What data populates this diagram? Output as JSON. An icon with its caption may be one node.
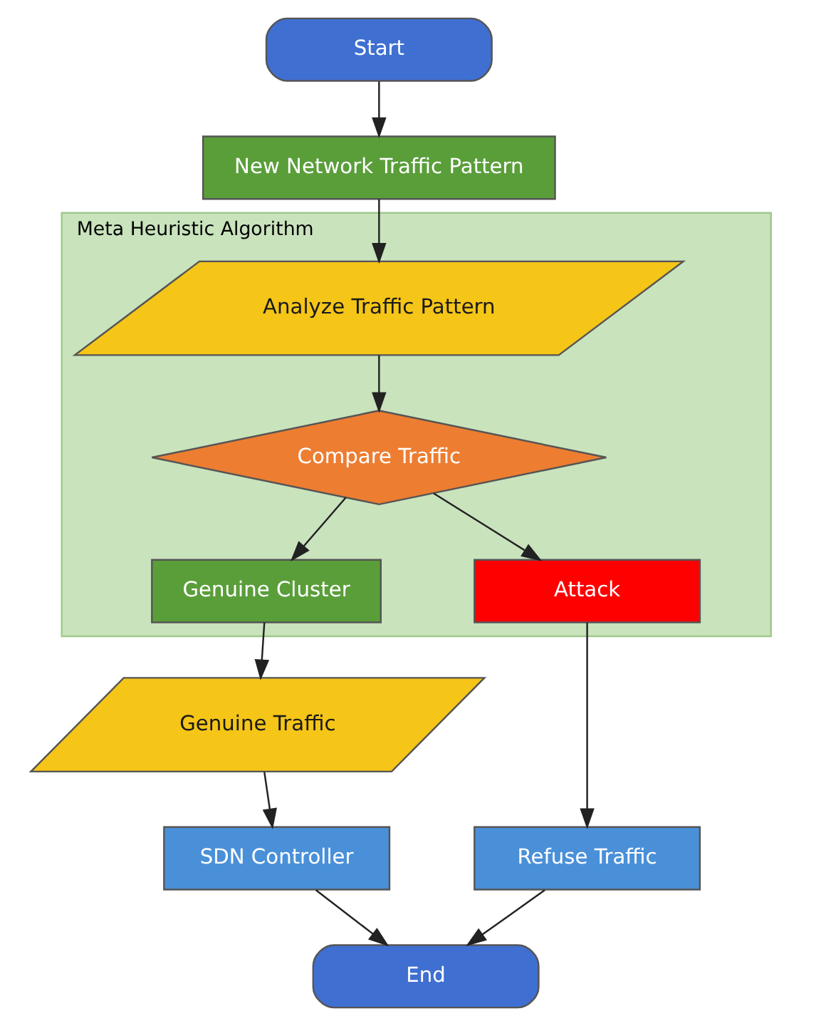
{
  "diagram": {
    "nodes": [
      {
        "text": [
          "Start"
        ]
      },
      {
        "text": [
          "New Network Traffic Pattern"
        ]
      },
      {
        "text": [
          "Meta Heuristic Algorithm"
        ]
      },
      {
        "text": [
          "Analyze Traffic Pattern"
        ],
        "in": 2
      },
      {
        "text": [
          "Compare Traffic"
        ],
        "in": 2
      },
      {
        "text": [
          "Genuine Cluster"
        ],
        "in": 2
      },
      {
        "text": [
          "Attack"
        ],
        "in": 2
      },
      {
        "text": [
          "Genuine Traffic"
        ]
      },
      {
        "text": [
          "SDN Controller"
        ]
      },
      {
        "text": [
          "Refuse Traffic"
        ]
      },
      {
        "text": [
          "End"
        ]
      }
    ],
    "edges": [
      {
        "from": 0,
        "to": 1,
        "arrow": "to"
      },
      {
        "from": 1,
        "to": 3,
        "arrow": "to"
      },
      {
        "from": 3,
        "to": 4,
        "arrow": "to"
      },
      {
        "from": 4,
        "to": 5,
        "arrow": "to"
      },
      {
        "from": 4,
        "to": 6,
        "arrow": "to"
      },
      {
        "from": 5,
        "to": 7,
        "arrow": "to"
      },
      {
        "from": 7,
        "to": 8,
        "arrow": "to"
      },
      {
        "from": 6,
        "to": 9,
        "arrow": "to"
      },
      {
        "from": 8,
        "to": 10,
        "arrow": "to"
      },
      {
        "from": 9,
        "to": 10,
        "arrow": "to"
      }
    ]
  }
}
